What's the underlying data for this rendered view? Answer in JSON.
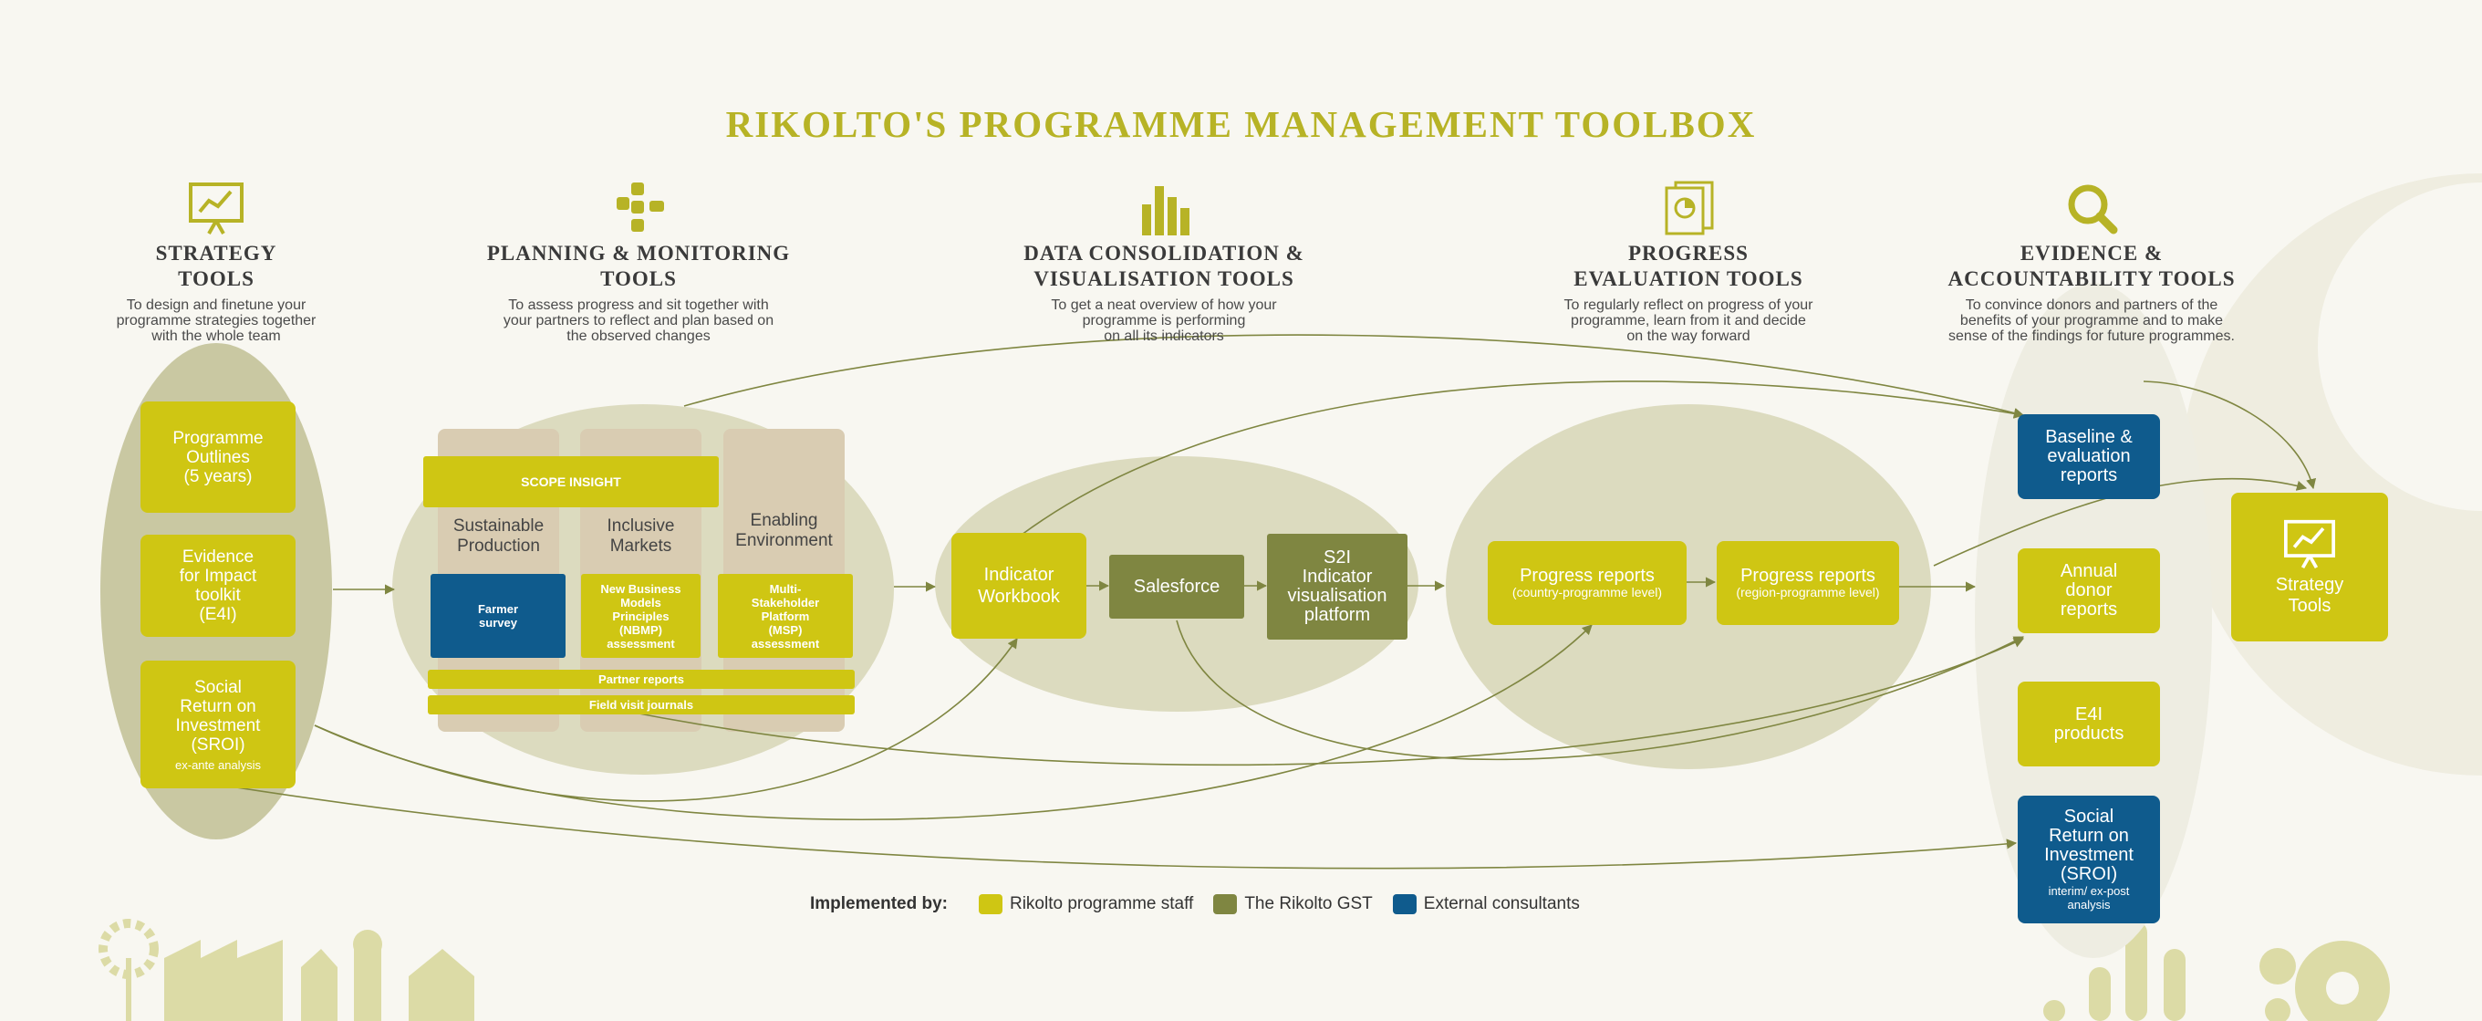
{
  "title": "RIKOLTO'S PROGRAMME MANAGEMENT TOOLBOX",
  "colors": {
    "lime": "#cfc613",
    "olive": "#7f8641",
    "blue": "#0f5b8d",
    "title": "#b7b326",
    "ellipse": "#d3d2b4"
  },
  "columns": [
    {
      "icon": "presentation-icon",
      "heading": [
        "STRATEGY",
        "TOOLS"
      ],
      "desc": [
        "To design and finetune your",
        "programme strategies together",
        "with the whole team"
      ]
    },
    {
      "icon": "network-icon",
      "heading": [
        "PLANNING & MONITORING",
        "TOOLS"
      ],
      "desc": [
        "To assess progress and sit together with",
        "your partners to reflect and plan based on",
        "the observed changes"
      ]
    },
    {
      "icon": "bar-chart-icon",
      "heading": [
        "DATA CONSOLIDATION &",
        "VISUALISATION TOOLS"
      ],
      "desc": [
        "To get a neat overview of how your",
        "programme is performing",
        "on all its indicators"
      ]
    },
    {
      "icon": "documents-icon",
      "heading": [
        "PROGRESS",
        "EVALUATION TOOLS"
      ],
      "desc": [
        "To regularly reflect on progress of your",
        "programme, learn from it and decide",
        "on the way forward"
      ]
    },
    {
      "icon": "magnifier-icon",
      "heading": [
        "EVIDENCE &",
        "ACCOUNTABILITY TOOLS"
      ],
      "desc": [
        "To convince donors and partners of the",
        "benefits of your programme and to make",
        "sense of the findings for future programmes."
      ]
    }
  ],
  "strategy": {
    "outlines": [
      "Programme",
      "Outlines",
      "(5 years)"
    ],
    "e4i": [
      "Evidence",
      "for Impact",
      "toolkit",
      "(E4I)"
    ],
    "sroi": [
      "Social",
      "Return on",
      "Investment",
      "(SROI)"
    ],
    "sroi_sub": "ex-ante analysis"
  },
  "planning": {
    "scope": "SCOPE INSIGHT",
    "columns": [
      [
        "Sustainable",
        "Production"
      ],
      [
        "Inclusive",
        "Markets"
      ],
      [
        "Enabling",
        "Environment"
      ]
    ],
    "farmer": [
      "Farmer",
      "survey"
    ],
    "nbmp": [
      "New Business",
      "Models",
      "Principles",
      "(NBMP)",
      "assessment"
    ],
    "msp": [
      "Multi-",
      "Stakeholder",
      "Platform",
      "(MSP)",
      "assessment"
    ],
    "partner_reports": "Partner reports",
    "field_visit": "Field visit journals"
  },
  "data": {
    "workbook": [
      "Indicator",
      "Workbook"
    ],
    "salesforce": "Salesforce",
    "s2i": [
      "S2I",
      "Indicator",
      "visualisation",
      "platform"
    ]
  },
  "progress": {
    "country_title": "Progress reports",
    "country_sub": "(country-programme level)",
    "region_title": "Progress reports",
    "region_sub": "(region-programme level)"
  },
  "evidence": {
    "baseline": [
      "Baseline &",
      "evaluation",
      "reports"
    ],
    "annual": [
      "Annual",
      "donor",
      "reports"
    ],
    "e4i": [
      "E4I",
      "products"
    ],
    "sroi": [
      "Social",
      "Return on",
      "Investment",
      "(SROI)"
    ],
    "sroi_sub": [
      "interim/ ex-post",
      "analysis"
    ]
  },
  "feedback": {
    "label": [
      "Strategy",
      "Tools"
    ]
  },
  "legend": {
    "label": "Implemented by:",
    "items": [
      {
        "color": "#cfc613",
        "text": "Rikolto programme staff"
      },
      {
        "color": "#7f8641",
        "text": "The Rikolto GST"
      },
      {
        "color": "#0f5b8d",
        "text": "External consultants"
      }
    ]
  }
}
